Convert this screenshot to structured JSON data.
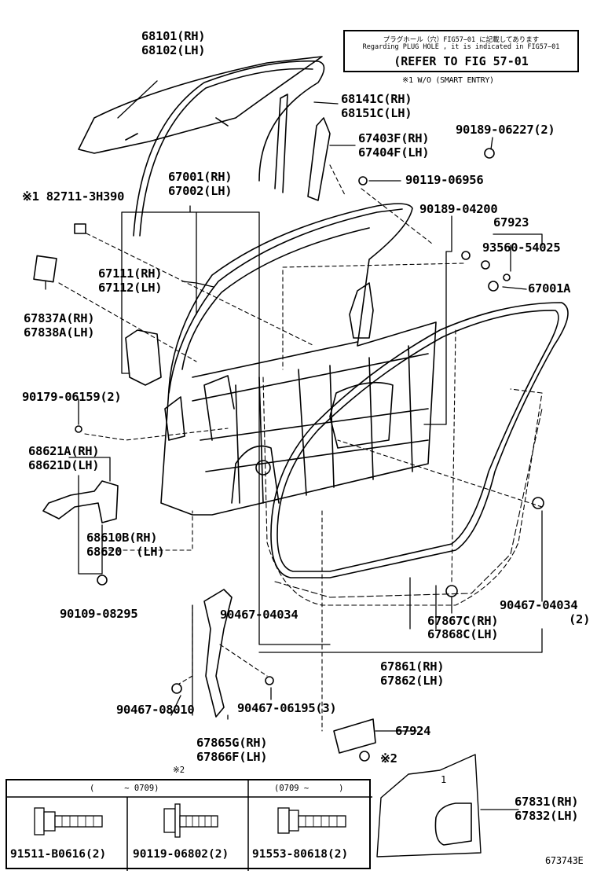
{
  "note": {
    "line1": "プラグホール（穴）FIG57−01 に記載してあります",
    "line2": "Regarding PLUG HOLE , it is indicated in FIG57−01",
    "line3": "(REFER TO FIG 57-01"
  },
  "smart_entry": "※1 W/O (SMART ENTRY)",
  "labels": {
    "l68101": "68101(RH)",
    "l68102": "68102(LH)",
    "l68141": "68141C(RH)",
    "l68151": "68151C(LH)",
    "l67403": "67403F(RH)",
    "l67404": "67404F(LH)",
    "l90189a": "90189-06227(2)",
    "l90119": "90119-06956",
    "l67001": "67001(RH)",
    "l67002": "67002(LH)",
    "l82711": "※1 82711-3H390",
    "l90189b": "90189-04200",
    "l67923": "67923",
    "l93560": "93560-54025",
    "l67111": "67111(RH)",
    "l67112": "67112(LH)",
    "l67001a": "67001A",
    "l67837": "67837A(RH)",
    "l67838": "67838A(LH)",
    "l90179": "90179-06159(2)",
    "l68621a": "68621A(RH)",
    "l68621d": "68621D(LH)",
    "l68610": "68610B(RH)",
    "l68620": "68620  (LH)",
    "l90109": "90109-08295",
    "l90467a": "90467-04034",
    "l90467b": "90467-04034",
    "l90467b2": "(2)",
    "l67867": "67867C(RH)",
    "l67868": "67868C(LH)",
    "l67861": "67861(RH)",
    "l67862": "67862(LH)",
    "l90467c": "90467-08010",
    "l90467d": "90467-06195(3)",
    "l67865": "67865G(RH)",
    "l67866": "67866F(LH)",
    "l67924": "67924",
    "lx2": "※2",
    "l67831": "67831(RH)",
    "l67832": "67832(LH)",
    "ref": "673743E",
    "one": "1"
  },
  "table": {
    "title": "※2",
    "h1": "(      ~ 0709)",
    "h2": "(0709 ~      )",
    "p1": "91511-B0616(2)",
    "p2": "90119-06802(2)",
    "p3": "91553-80618(2)"
  }
}
